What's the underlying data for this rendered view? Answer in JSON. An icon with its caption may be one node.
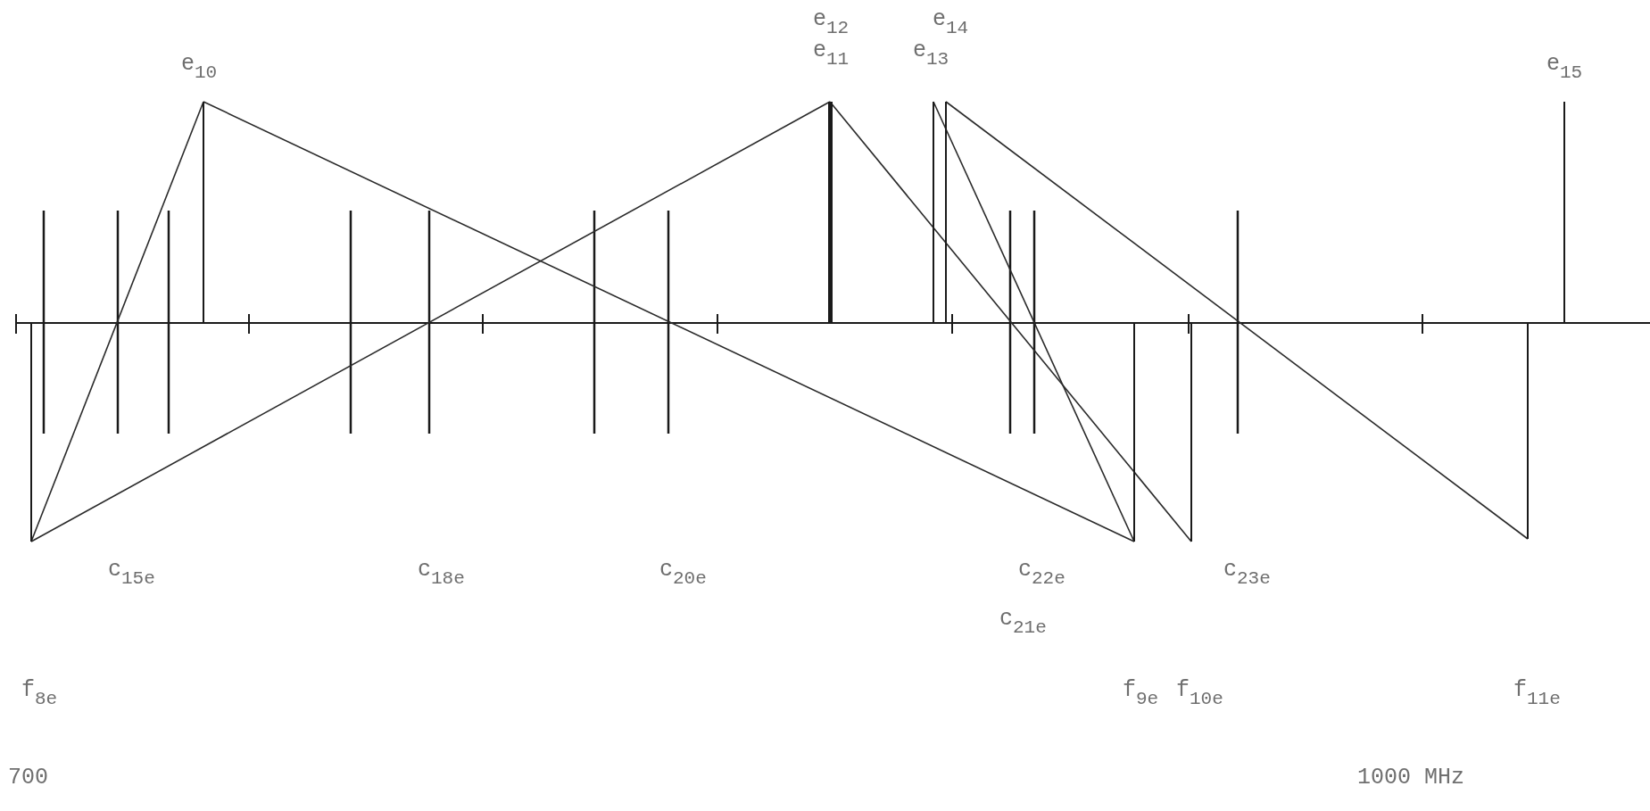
{
  "diagram": {
    "nodes": [
      {
        "text": [],
        "shape": "bar",
        "beside": [
          "e$_{10}$"
        ]
      },
      {
        "text": [],
        "shape": "bar",
        "beside": [
          "e$_{12}$",
          "e$_{11}$"
        ]
      },
      {
        "text": [],
        "shape": "bar",
        "beside": [
          "e$_{13}$"
        ]
      },
      {
        "text": [],
        "shape": "bar",
        "beside": [
          "e$_{14}$"
        ]
      },
      {
        "text": [],
        "shape": "bar",
        "beside": [
          "e$_{15}$"
        ]
      },
      {
        "text": [],
        "shape": "bar"
      },
      {
        "text": [],
        "shape": "bar"
      },
      {
        "text": [],
        "shape": "bar"
      },
      {
        "text": [],
        "shape": "bar"
      }
    ],
    "edges": [
      {
        "from": 0,
        "to": 5,
        "arrow": "none"
      },
      {
        "from": 0,
        "to": 6,
        "arrow": "none"
      },
      {
        "from": 1,
        "to": 5,
        "arrow": "none"
      },
      {
        "from": 1,
        "to": 7,
        "arrow": "none"
      },
      {
        "from": 2,
        "to": 6,
        "arrow": "none"
      },
      {
        "from": 3,
        "to": 8,
        "arrow": "none"
      }
    ],
    "labels": [
      "c$_{15e}$",
      "c$_{18e}$",
      "c$_{20e}$",
      "c$_{22e}$",
      "c$_{23e}$",
      "c$_{21e}$",
      "f$_{8e}$",
      "f$_{9e}$",
      "f$_{10e}$",
      "f$_{11e}$",
      "700",
      "1000 MHz"
    ]
  }
}
